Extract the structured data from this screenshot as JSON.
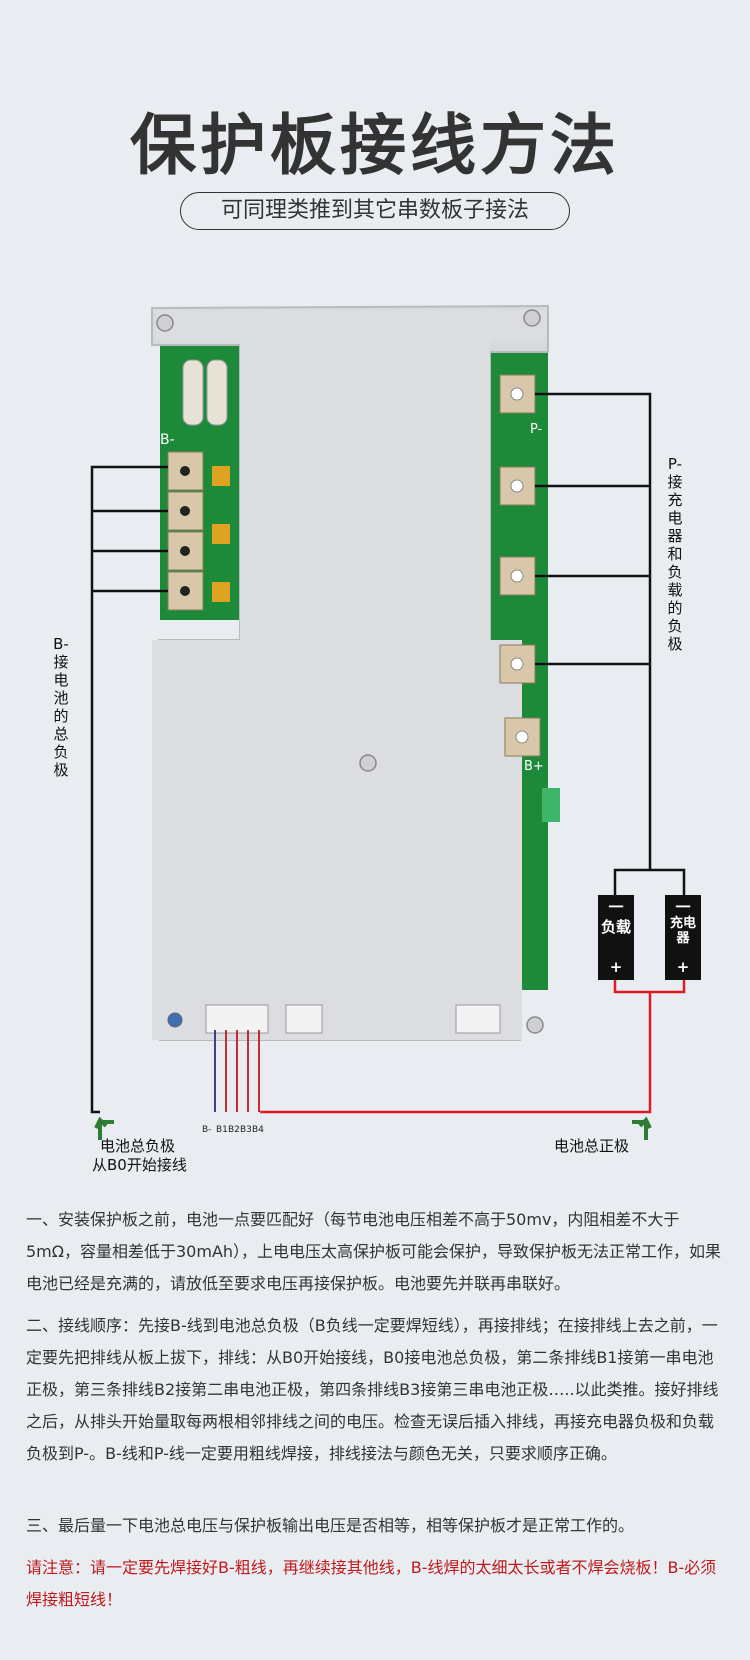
{
  "title": "保护板接线方法",
  "subtitle": "可同理类推到其它串数板子接法",
  "labels": {
    "p_side": "P-接充电器和负载的负极",
    "b_side": "B-接电池的总负极",
    "b_minus_pcb": "B-",
    "p_minus_pcb": "P-",
    "b_plus_pcb": "B+",
    "load_box": "负载",
    "charger_box": "充电器",
    "minus_sign": "一",
    "plus_sign": "+",
    "pins": [
      "B-",
      "B1",
      "B2",
      "B3",
      "B4"
    ],
    "battery_negative": "电池总负极",
    "start_from_b0": "从B0开始接线",
    "battery_positive": "电池总正极"
  },
  "paragraphs": {
    "p1": "一、安装保护板之前，电池一点要匹配好（每节电池电压相差不高于50mv，内阻相差不大于5mΩ，容量相差低于30mAh），上电电压太高保护板可能会保护，导致保护板无法正常工作，如果电池已经是充满的，请放低至要求电压再接保护板。电池要先并联再串联好。",
    "p2": "二、接线顺序：先接B-线到电池总负极（B负线一定要焊短线），再接排线；在接排线上去之前，一定要先把排线从板上拔下，排线：从B0开始接线，B0接电池总负极，第二条排线B1接第一串电池正极，第三条排线B2接第二串电池正极，第四条排线B3接第三串电池正极…..以此类推。接好排线之后，从排头开始量取每两根相邻排线之间的电压。检查无误后插入排线，再接充电器负极和负载负极到P-。B-线和P-线一定要用粗线焊接，排线接法与颜色无关，只要求顺序正确。",
    "p3": "三、最后量一下电池总电压与保护板输出电压是否相等，相等保护板才是正常工作的。",
    "note": "请注意：请一定要先焊接好B-粗线，再继续接其他线，B-线焊的太细太长或者不焊会烧板！B-必须焊接粗短线！"
  },
  "colors": {
    "background": "#e9edf2",
    "heading": "#333333",
    "note_red": "#c0191c",
    "wire_red": "#e01b22",
    "wire_black": "#111111",
    "pcb_green": "#1d8a3a",
    "heatsink": "#d8d9dc",
    "arrow_green": "#2f7d32"
  },
  "icons": [
    "screw-icon",
    "terminal-icon",
    "connector-icon",
    "arrow-up-icon"
  ]
}
